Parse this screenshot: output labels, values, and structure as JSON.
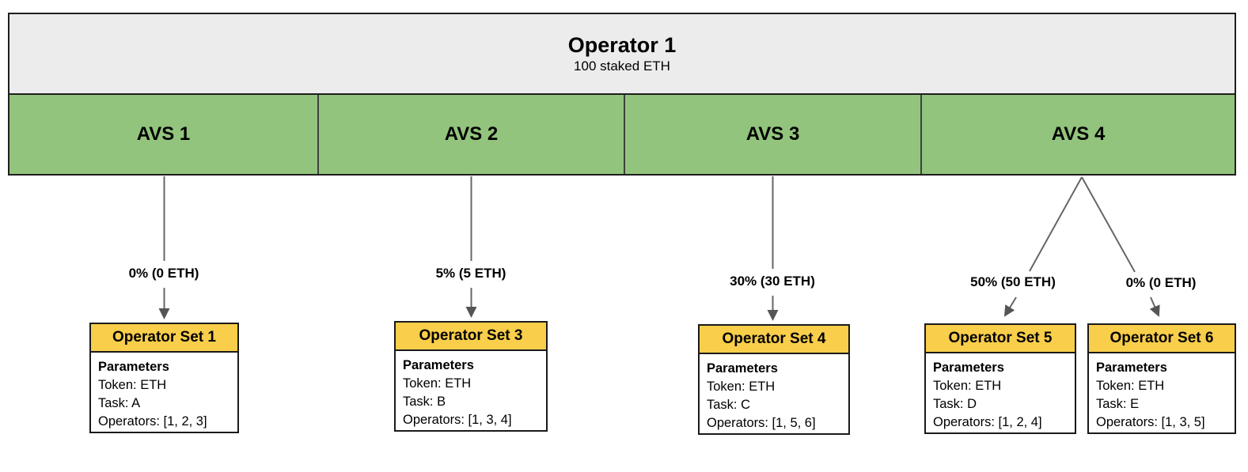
{
  "operator": {
    "title": "Operator 1",
    "subtitle": "100 staked ETH"
  },
  "avs": [
    {
      "label": "AVS 1"
    },
    {
      "label": "AVS 2"
    },
    {
      "label": "AVS 3"
    },
    {
      "label": "AVS 4"
    }
  ],
  "allocations": [
    {
      "from": "AVS 1",
      "label": "0% (0 ETH)"
    },
    {
      "from": "AVS 2",
      "label": "5% (5 ETH)"
    },
    {
      "from": "AVS 3",
      "label": "30% (30 ETH)"
    },
    {
      "from": "AVS 4",
      "label": "50% (50 ETH)"
    },
    {
      "from": "AVS 4",
      "label": "0% (0 ETH)"
    }
  ],
  "operator_sets": [
    {
      "title": "Operator Set 1",
      "params_heading": "Parameters",
      "token_line": "Token: ETH",
      "task_line": "Task: A",
      "operators_line": "Operators: [1, 2, 3]"
    },
    {
      "title": "Operator Set 3",
      "params_heading": "Parameters",
      "token_line": "Token: ETH",
      "task_line": "Task: B",
      "operators_line": "Operators: [1, 3, 4]"
    },
    {
      "title": "Operator Set 4",
      "params_heading": "Parameters",
      "token_line": "Token: ETH",
      "task_line": "Task: C",
      "operators_line": "Operators: [1, 5, 6]"
    },
    {
      "title": "Operator Set 5",
      "params_heading": "Parameters",
      "token_line": "Token: ETH",
      "task_line": "Task: D",
      "operators_line": "Operators: [1, 2, 4]"
    },
    {
      "title": "Operator Set 6",
      "params_heading": "Parameters",
      "token_line": "Token: ETH",
      "task_line": "Task: E",
      "operators_line": "Operators: [1, 3, 5]"
    }
  ],
  "colors": {
    "header_gray": "#ececec",
    "avs_green": "#93c47d",
    "opset_yellow": "#f9ce4b",
    "border_dark": "#1f1f1f",
    "arrow_gray": "#666666",
    "arrowhead_gray": "#555555"
  }
}
